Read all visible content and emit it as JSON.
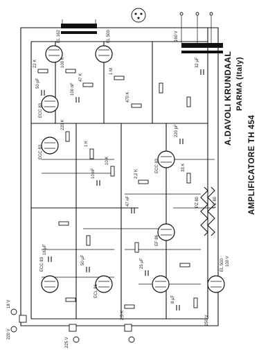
{
  "title": {
    "line1": "A.DAVOLI KRUNDAAL",
    "line2": "PARMA (Italy)",
    "line3": "AMPLIFICATORE TH 454"
  },
  "tube_labels": [
    "EL 162",
    "EL 500",
    "ECC 83",
    "ECC 83",
    "ECC 83",
    "ECC 83",
    "EL 500",
    "EF 86",
    "ECL 86"
  ],
  "power_labels": [
    "160 V",
    "100 V",
    "18 V",
    "220 V",
    "250 V",
    "225 V"
  ],
  "component_labels": [
    "22 K",
    "100 K",
    "47 K",
    "1 M",
    "470 K",
    "220 K",
    "1 K",
    "10 K",
    "2,2 K",
    "33 K",
    "50 pF",
    "100 nF",
    "10 nF",
    "47 nF",
    "220 pF",
    "16 µF",
    "50 µF",
    "25 µF",
    "8 µF",
    "32 µF"
  ],
  "misc_labels": [
    "PZ 80",
    "PZ 80",
    "2,5 K",
    "TH 454"
  ]
}
